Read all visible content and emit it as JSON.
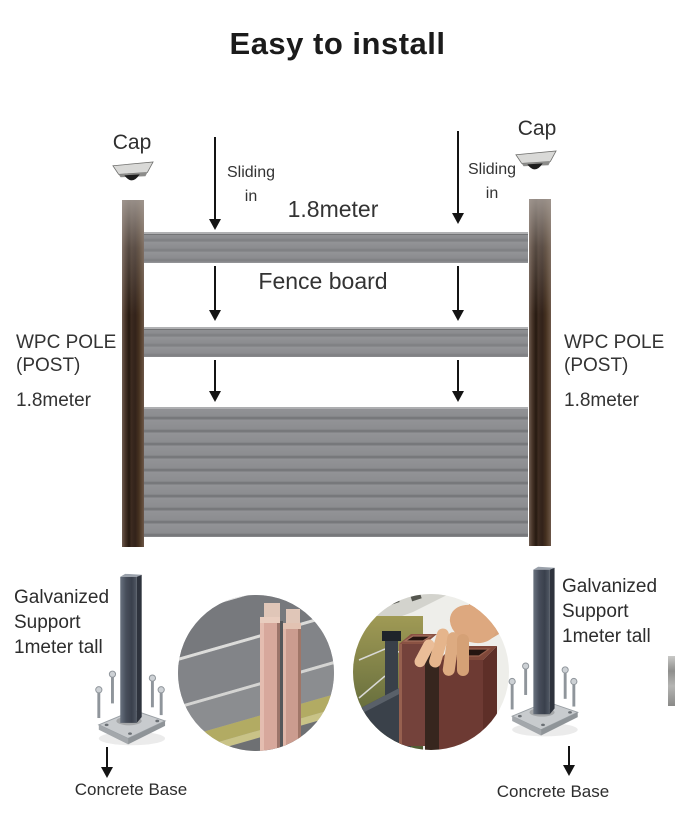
{
  "title": "Easy to install",
  "fence": {
    "cap_left": "Cap",
    "cap_right": "Cap",
    "sliding_left_line1": "Sliding",
    "sliding_left_line2": "in",
    "sliding_right_line1": "Sliding",
    "sliding_right_line2": "in",
    "width_label": "1.8meter",
    "board_label": "Fence board",
    "pole_left_line1": "WPC POLE",
    "pole_left_line2": "(POST)",
    "pole_left_height": "1.8meter",
    "pole_right_line1": "WPC POLE",
    "pole_right_line2": "(POST)",
    "pole_right_height": "1.8meter"
  },
  "foundation": {
    "support_left_line1": "Galvanized",
    "support_left_line2": "Support",
    "support_left_line3": "1meter tall",
    "support_right_line1": "Galvanized",
    "support_right_line2": "Support",
    "support_right_line3": "1meter tall",
    "concrete_base_left": "Concrete Base",
    "concrete_base_right": "Concrete Base"
  },
  "colors": {
    "fence_board_gray": "#8b8c8f",
    "pole_brown": "#3a2a1e",
    "steel_support": "#454c59",
    "arrow_black": "#141414",
    "photo_wood_pink": "#d7a89c",
    "photo_post_maroon": "#6d3a33"
  },
  "icons": {
    "cap_icon": "post-cap",
    "arrow_icon": "down-arrow",
    "support_icon": "galvanized-support-post",
    "photo_left": "board-tongue-connection-photo",
    "photo_right": "hand-installing-post-photo"
  }
}
